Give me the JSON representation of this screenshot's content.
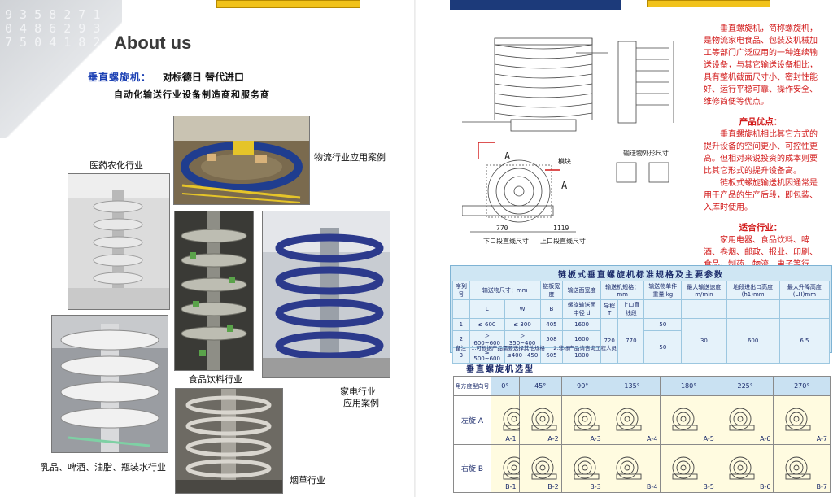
{
  "left_page": {
    "title": "About us",
    "product_name": "垂直螺旋机：",
    "product_claim": "对标德日  替代进口",
    "subtagline": "自动化输送行业设备制造商和服务商",
    "corner_digits": "9 3 5 8 2 7 1 0 4 8 6 2 9 3 7 5 0 4 1 8 2",
    "captions": {
      "pharma": "医药农化行业",
      "logistics": "物流行业应用案例",
      "food": "食品饮料行业",
      "appliance_1": "家电行业",
      "appliance_2": "应用案例",
      "dairy": "乳品、啤酒、油脂、瓶装水行业",
      "tobacco": "烟草行业"
    }
  },
  "right_page": {
    "description": {
      "intro": "垂直螺旋机，简称螺旋机，是物流家电食品、包装及机械加工等部门广泛应用的一种连续输送设备，与其它输送设备相比，具有整机截面尺寸小、密封性能好、运行平稳可靠、操作安全、维修简便等优点。",
      "advantages_title": "产品优点：",
      "advantages_1": "垂直螺旋机相比其它方式的提升设备的空间更小、可控性更高。但相对来说投资的成本则要比其它形式的提升设备高。",
      "advantages_2": "链板式螺旋输送机因通常是用于产品的生产后段，即包装、入库时使用。",
      "industries_title": "适合行业：",
      "industries": "家用电器、食品饮料、啤酒、卷烟、邮政、报业、印刷、食品、制药、物流、电子等行业。"
    },
    "drawing_labels": {
      "section_a": "A",
      "dims_bottom": [
        "770",
        "1119"
      ],
      "in_dim": "下口段直线尺寸",
      "out_dim": "上口段直线尺寸",
      "product_size": "输送物外形尺寸",
      "module": "模块"
    },
    "spec_table": {
      "title": "链板式垂直螺旋机标准规格及主要参数",
      "headers": [
        "序列号",
        "输送物尺寸：mm",
        "链板宽度",
        "输送面宽度",
        "螺旋输送面中径 d",
        "输送机规格：mm",
        "",
        "",
        "输送物单件重量 kg",
        "最大输送速度 m/min",
        "地段进出口高度 (h1)mm",
        "最大升降高度 (LH)mm"
      ],
      "subheaders": [
        "",
        "L",
        "W",
        "B",
        "",
        "导程T",
        "上口直线段",
        "",
        "",
        "",
        "",
        ""
      ],
      "rows": [
        [
          "1",
          "≤ 600",
          "≤ 300",
          "405",
          "1600"
        ],
        [
          "2",
          "＞600~600",
          "＞350~400",
          "508",
          "1600"
        ],
        [
          "3",
          "≤ 500~600",
          "≤400~450",
          "605",
          "1800"
        ]
      ],
      "shared": {
        "pitch": "720",
        "straight": "770",
        "weight": [
          "50",
          "50"
        ],
        "speed": "30",
        "h1": "600",
        "lh": "6.5"
      },
      "note_1": "1.可根据产品需要选择其他规格",
      "note_2": "2.非标产品请咨询工程人员",
      "note_label": "备注"
    },
    "selection": {
      "title": "垂直螺旋机选型",
      "corner": [
        "角",
        "方",
        "度",
        "型",
        "向",
        "号"
      ],
      "angles": [
        "0°",
        "45°",
        "90°",
        "135°",
        "180°",
        "225°",
        "270°"
      ],
      "rows": [
        {
          "label": "左旋 A",
          "codes": [
            "A-1",
            "A-2",
            "A-3",
            "A-4",
            "A-5",
            "A-6",
            "A-7"
          ]
        },
        {
          "label": "右旋 B",
          "codes": [
            "B-1",
            "B-2",
            "B-3",
            "B-4",
            "B-5",
            "B-6",
            "B-7"
          ]
        }
      ]
    }
  }
}
